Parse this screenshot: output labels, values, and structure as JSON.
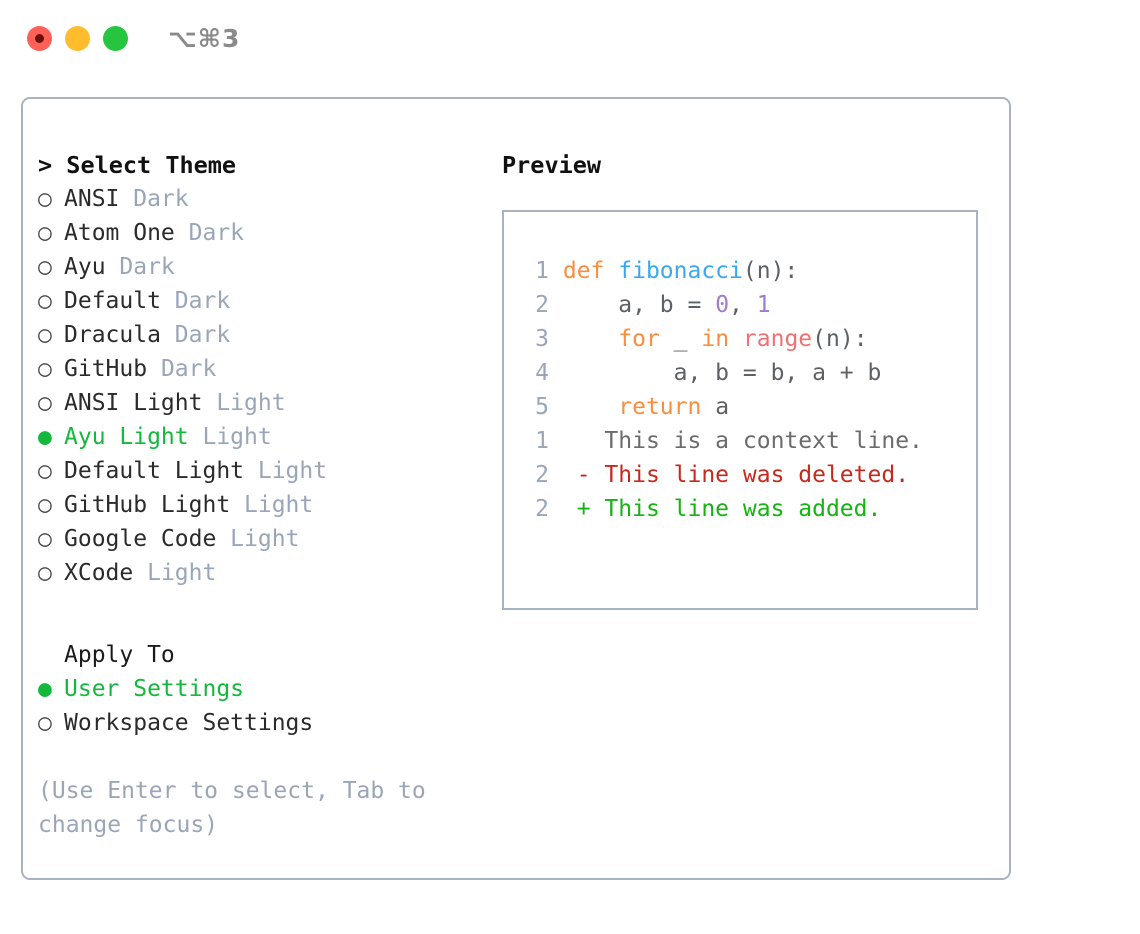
{
  "window": {
    "traffic_lights": [
      "close-red",
      "minimize-yellow",
      "maximize-green"
    ],
    "shortcut": "⌥⌘3"
  },
  "theme_picker": {
    "heading_prefix": "> ",
    "heading": "Select Theme",
    "radio_empty": "○ ",
    "radio_filled": "● ",
    "items": [
      {
        "label": "ANSI",
        "kind": "Dark",
        "selected": false
      },
      {
        "label": "Atom One",
        "kind": "Dark",
        "selected": false
      },
      {
        "label": "Ayu",
        "kind": "Dark",
        "selected": false
      },
      {
        "label": "Default",
        "kind": "Dark",
        "selected": false
      },
      {
        "label": "Dracula",
        "kind": "Dark",
        "selected": false
      },
      {
        "label": "GitHub",
        "kind": "Dark",
        "selected": false
      },
      {
        "label": "ANSI Light",
        "kind": "Light",
        "selected": false
      },
      {
        "label": "Ayu Light",
        "kind": "Light",
        "selected": true
      },
      {
        "label": "Default Light",
        "kind": "Light",
        "selected": false
      },
      {
        "label": "GitHub Light",
        "kind": "Light",
        "selected": false
      },
      {
        "label": "Google Code",
        "kind": "Light",
        "selected": false
      },
      {
        "label": "XCode",
        "kind": "Light",
        "selected": false
      }
    ]
  },
  "apply_to": {
    "heading_indent": "  ",
    "heading": "Apply To",
    "items": [
      {
        "label": "User Settings",
        "selected": true
      },
      {
        "label": "Workspace Settings",
        "selected": false
      }
    ]
  },
  "hint": "(Use Enter to select, Tab to change focus)",
  "preview": {
    "title": "Preview",
    "code_lines": [
      {
        "number": "1",
        "tokens": [
          {
            "text": "def ",
            "style": "kw"
          },
          {
            "text": "fibonacci",
            "style": "fn"
          },
          {
            "text": "(n):",
            "style": "txt"
          }
        ]
      },
      {
        "number": "2",
        "tokens": [
          {
            "text": "    a, b = ",
            "style": "txt"
          },
          {
            "text": "0",
            "style": "num"
          },
          {
            "text": ", ",
            "style": "txt"
          },
          {
            "text": "1",
            "style": "num"
          }
        ]
      },
      {
        "number": "3",
        "tokens": [
          {
            "text": "    ",
            "style": "txt"
          },
          {
            "text": "for",
            "style": "kw"
          },
          {
            "text": " _ ",
            "style": "txt"
          },
          {
            "text": "in",
            "style": "kw"
          },
          {
            "text": " ",
            "style": "txt"
          },
          {
            "text": "range",
            "style": "call"
          },
          {
            "text": "(n):",
            "style": "txt"
          }
        ]
      },
      {
        "number": "4",
        "tokens": [
          {
            "text": "        a, b = b, a + b",
            "style": "txt"
          }
        ]
      },
      {
        "number": "5",
        "tokens": [
          {
            "text": "    ",
            "style": "txt"
          },
          {
            "text": "return",
            "style": "kw"
          },
          {
            "text": " a",
            "style": "txt"
          }
        ]
      }
    ],
    "diff_lines": [
      {
        "number": "1",
        "sign": "  ",
        "text": "This is a context line.",
        "style": "context"
      },
      {
        "number": "2",
        "sign": "- ",
        "text": "This line was deleted.",
        "style": "del"
      },
      {
        "number": "2",
        "sign": "+ ",
        "text": "This line was added.",
        "style": "add"
      }
    ]
  },
  "colors": {
    "accent_green": "#14b83c",
    "muted": "#9aa6b8",
    "border": "#a9b2c2",
    "keyword": "#fa8d3e",
    "function": "#3aa8f0",
    "number": "#a37acc",
    "call": "#f07171",
    "diff_delete": "#c42b1c",
    "diff_add": "#16b312"
  }
}
